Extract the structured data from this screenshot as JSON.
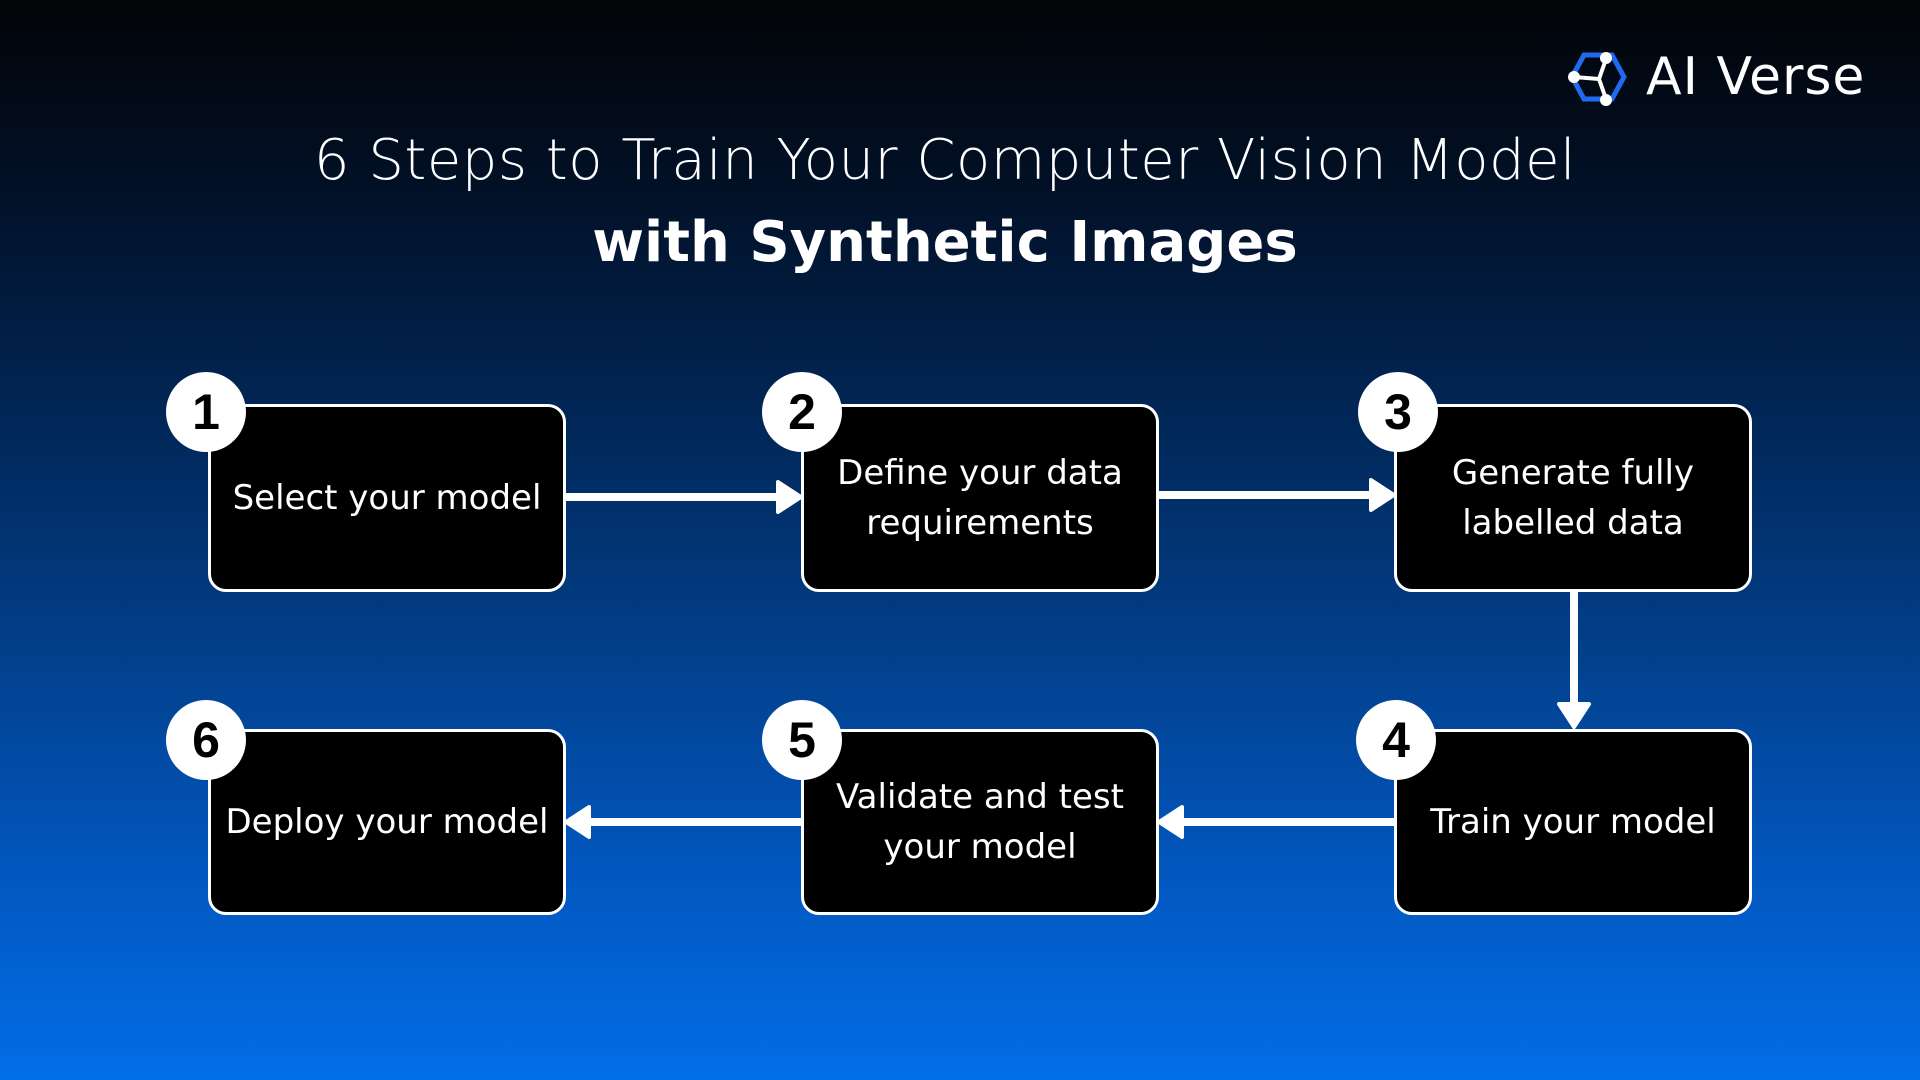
{
  "logo": {
    "icon": "ai-verse-hexagon-network-icon",
    "text": "AI Verse",
    "accent_color": "#1e6bf0"
  },
  "title": {
    "line1": "6 Steps to Train Your Computer Vision Model",
    "line2": "with Synthetic Images"
  },
  "steps": [
    {
      "number": "1",
      "label": "Select your model"
    },
    {
      "number": "2",
      "label": "Define your data requirements"
    },
    {
      "number": "3",
      "label": "Generate fully labelled data"
    },
    {
      "number": "4",
      "label": "Train your model"
    },
    {
      "number": "5",
      "label": "Validate and test your model"
    },
    {
      "number": "6",
      "label": "Deploy your model"
    }
  ],
  "flow": [
    {
      "from": "1",
      "to": "2",
      "direction": "right"
    },
    {
      "from": "2",
      "to": "3",
      "direction": "right"
    },
    {
      "from": "3",
      "to": "4",
      "direction": "down"
    },
    {
      "from": "4",
      "to": "5",
      "direction": "left"
    },
    {
      "from": "5",
      "to": "6",
      "direction": "left"
    }
  ],
  "colors": {
    "background_top": "#020407",
    "background_bottom": "#026ee8",
    "box_fill": "#000000",
    "box_border": "#ffffff",
    "badge_fill": "#ffffff"
  }
}
